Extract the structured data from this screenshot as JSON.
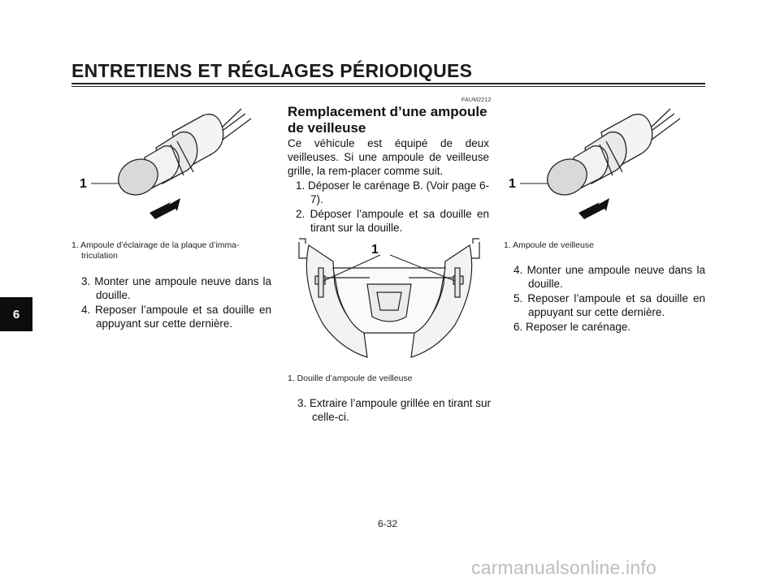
{
  "header": {
    "title": "ENTRETIENS ET RÉGLAGES PÉRIODIQUES"
  },
  "side_tab": {
    "label": "6"
  },
  "left_column": {
    "figure_label": "1",
    "caption_lines": [
      "1. Ampoule d’éclairage de la plaque d’imma-",
      "triculation"
    ],
    "steps": [
      "3. Monter une ampoule neuve dans la douille.",
      "4. Reposer l’ampoule et sa douille en appuyant sur cette dernière."
    ]
  },
  "middle_column": {
    "code": "FAUM2212",
    "title": "Remplacement d’une ampoule de veilleuse",
    "intro": "Ce véhicule est équipé de deux veilleuses. Si une ampoule de veilleuse grille, la rem-placer comme suit.",
    "steps": [
      "1. Déposer le carénage B. (Voir page 6-7).",
      "2. Déposer l’ampoule et sa douille en tirant sur la douille."
    ],
    "figure_label": "1",
    "caption": "1. Douille d’ampoule de veilleuse",
    "steps_after": [
      "3. Extraire l’ampoule grillée en tirant sur celle-ci."
    ]
  },
  "right_column": {
    "figure_label": "1",
    "caption": "1. Ampoule de veilleuse",
    "steps": [
      "4. Monter une ampoule neuve dans la douille.",
      "5. Reposer l’ampoule et sa douille en appuyant sur cette dernière.",
      "6. Reposer le carénage."
    ]
  },
  "footer": {
    "page_number": "6-32"
  },
  "watermark": {
    "text": "carmanualsonline.info"
  },
  "colors": {
    "text": "#111111",
    "rule": "#222222",
    "tab": "#0d0d0d",
    "watermark": "#bdbdbd"
  }
}
